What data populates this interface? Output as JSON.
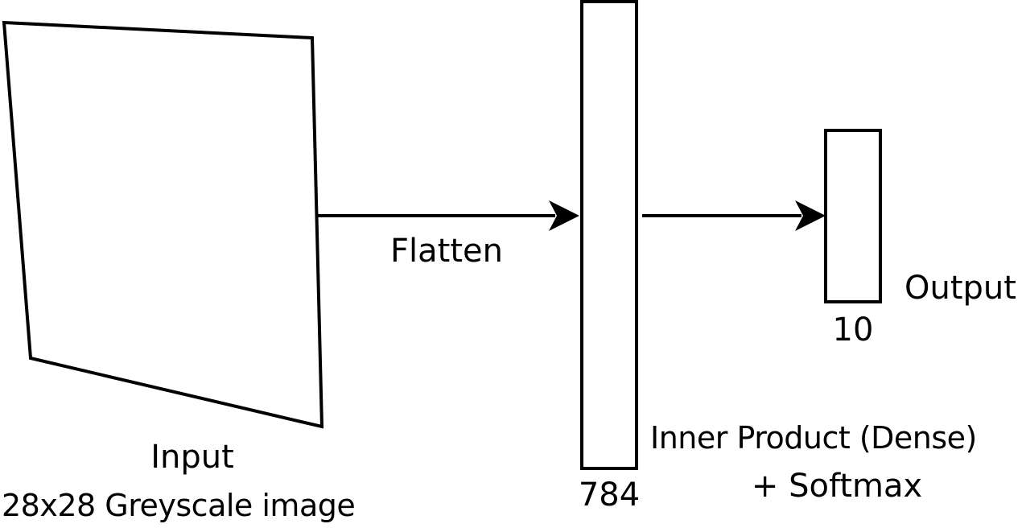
{
  "diagram": {
    "input": {
      "title": "Input",
      "subtitle": "28x28 Greyscale image"
    },
    "flatten_label": "Flatten",
    "dense": {
      "size": "784",
      "label_line1": "Inner Product (Dense)",
      "label_line2": "+ Softmax"
    },
    "output": {
      "label": "Output",
      "size": "10"
    }
  }
}
